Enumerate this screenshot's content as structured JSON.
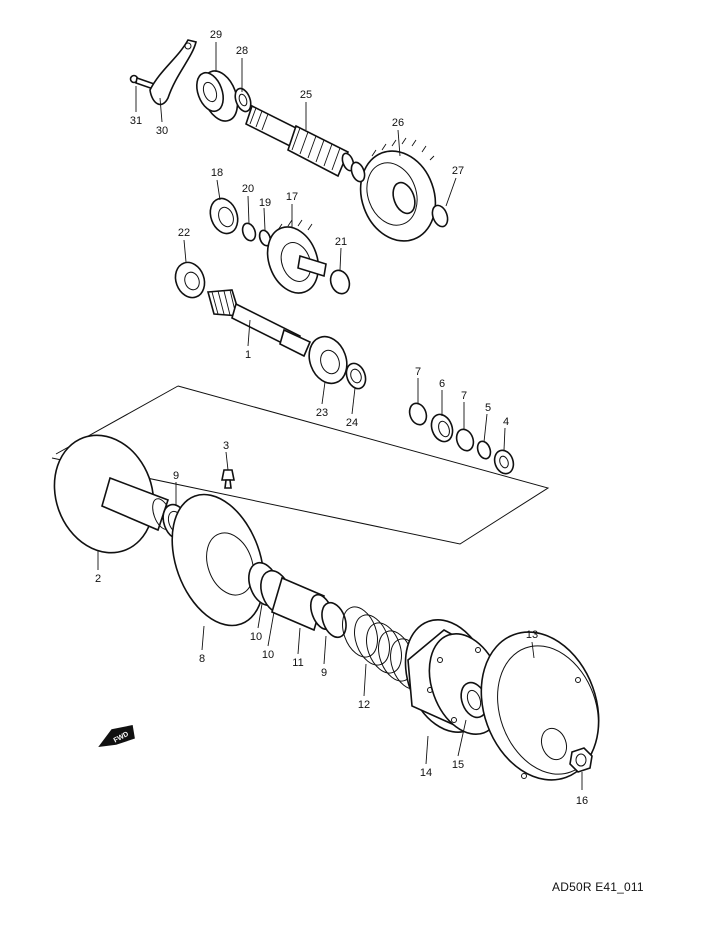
{
  "diagram_code": "AD50R E41_011",
  "direction_marker": "FWD",
  "callouts": [
    {
      "id": "c31",
      "text": "31"
    },
    {
      "id": "c30",
      "text": "30"
    },
    {
      "id": "c29",
      "text": "29"
    },
    {
      "id": "c28",
      "text": "28"
    },
    {
      "id": "c25",
      "text": "25"
    },
    {
      "id": "c26",
      "text": "26"
    },
    {
      "id": "c27",
      "text": "27"
    },
    {
      "id": "c18",
      "text": "18"
    },
    {
      "id": "c20",
      "text": "20"
    },
    {
      "id": "c19",
      "text": "19"
    },
    {
      "id": "c17",
      "text": "17"
    },
    {
      "id": "c22",
      "text": "22"
    },
    {
      "id": "c21",
      "text": "21"
    },
    {
      "id": "c1",
      "text": "1"
    },
    {
      "id": "c23",
      "text": "23"
    },
    {
      "id": "c24",
      "text": "24"
    },
    {
      "id": "c7a",
      "text": "7"
    },
    {
      "id": "c6",
      "text": "6"
    },
    {
      "id": "c7b",
      "text": "7"
    },
    {
      "id": "c5",
      "text": "5"
    },
    {
      "id": "c4",
      "text": "4"
    },
    {
      "id": "c3",
      "text": "3"
    },
    {
      "id": "c9a",
      "text": "9"
    },
    {
      "id": "c2",
      "text": "2"
    },
    {
      "id": "c8",
      "text": "8"
    },
    {
      "id": "c10a",
      "text": "10"
    },
    {
      "id": "c10b",
      "text": "10"
    },
    {
      "id": "c11",
      "text": "11"
    },
    {
      "id": "c9b",
      "text": "9"
    },
    {
      "id": "c12",
      "text": "12"
    },
    {
      "id": "c13",
      "text": "13"
    },
    {
      "id": "c14",
      "text": "14"
    },
    {
      "id": "c15",
      "text": "15"
    },
    {
      "id": "c16",
      "text": "16"
    }
  ]
}
